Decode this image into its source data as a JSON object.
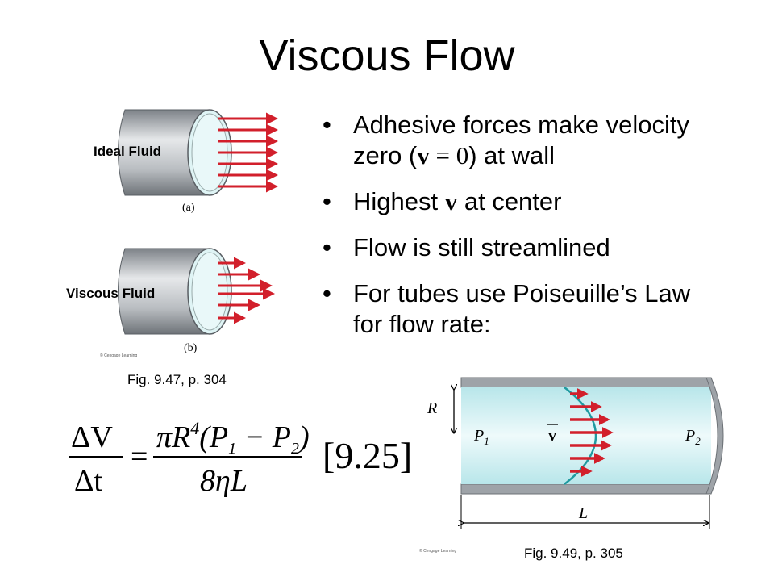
{
  "title": "Viscous Flow",
  "bullets": {
    "b1_a": "Adhesive forces make velocity zero (",
    "b1_v": "v",
    "b1_eq": " = 0",
    "b1_b": ") at wall",
    "b2_a": "Highest ",
    "b2_v": "v",
    "b2_b": " at center",
    "b3": "Flow is still streamlined",
    "b4": "For tubes use Poiseuille’s Law for flow rate:"
  },
  "figure_a": {
    "label": "Ideal Fluid",
    "tag": "(a)"
  },
  "figure_b": {
    "label": "Viscous Fluid",
    "tag": "(b)",
    "credit": "© Cengage Learning"
  },
  "caption_947": "Fig. 9.47, p. 304",
  "caption_949": "Fig. 9.49, p. 305",
  "tube_diagram": {
    "R": "R",
    "P1": "P",
    "P1_sub": "1",
    "v": "v",
    "P2": "P",
    "P2_sub": "2",
    "L": "L",
    "credit": "© Cengage Learning"
  },
  "equation": {
    "num_left": "ΔV",
    "den_left": "Δt",
    "equals": "=",
    "num_right_pi": "πR",
    "num_right_exp": "4",
    "num_right_paren": "(P",
    "sub1": "1",
    "minus": " − P",
    "sub2": "2",
    "close": ")",
    "den_right": "8ηL",
    "ref": "9.25"
  },
  "colors": {
    "arrow_red": "#d21f2b",
    "tube_gray": "#9ea3a8",
    "fluid": "#cfeef0",
    "profile": "#1f9aa0"
  }
}
